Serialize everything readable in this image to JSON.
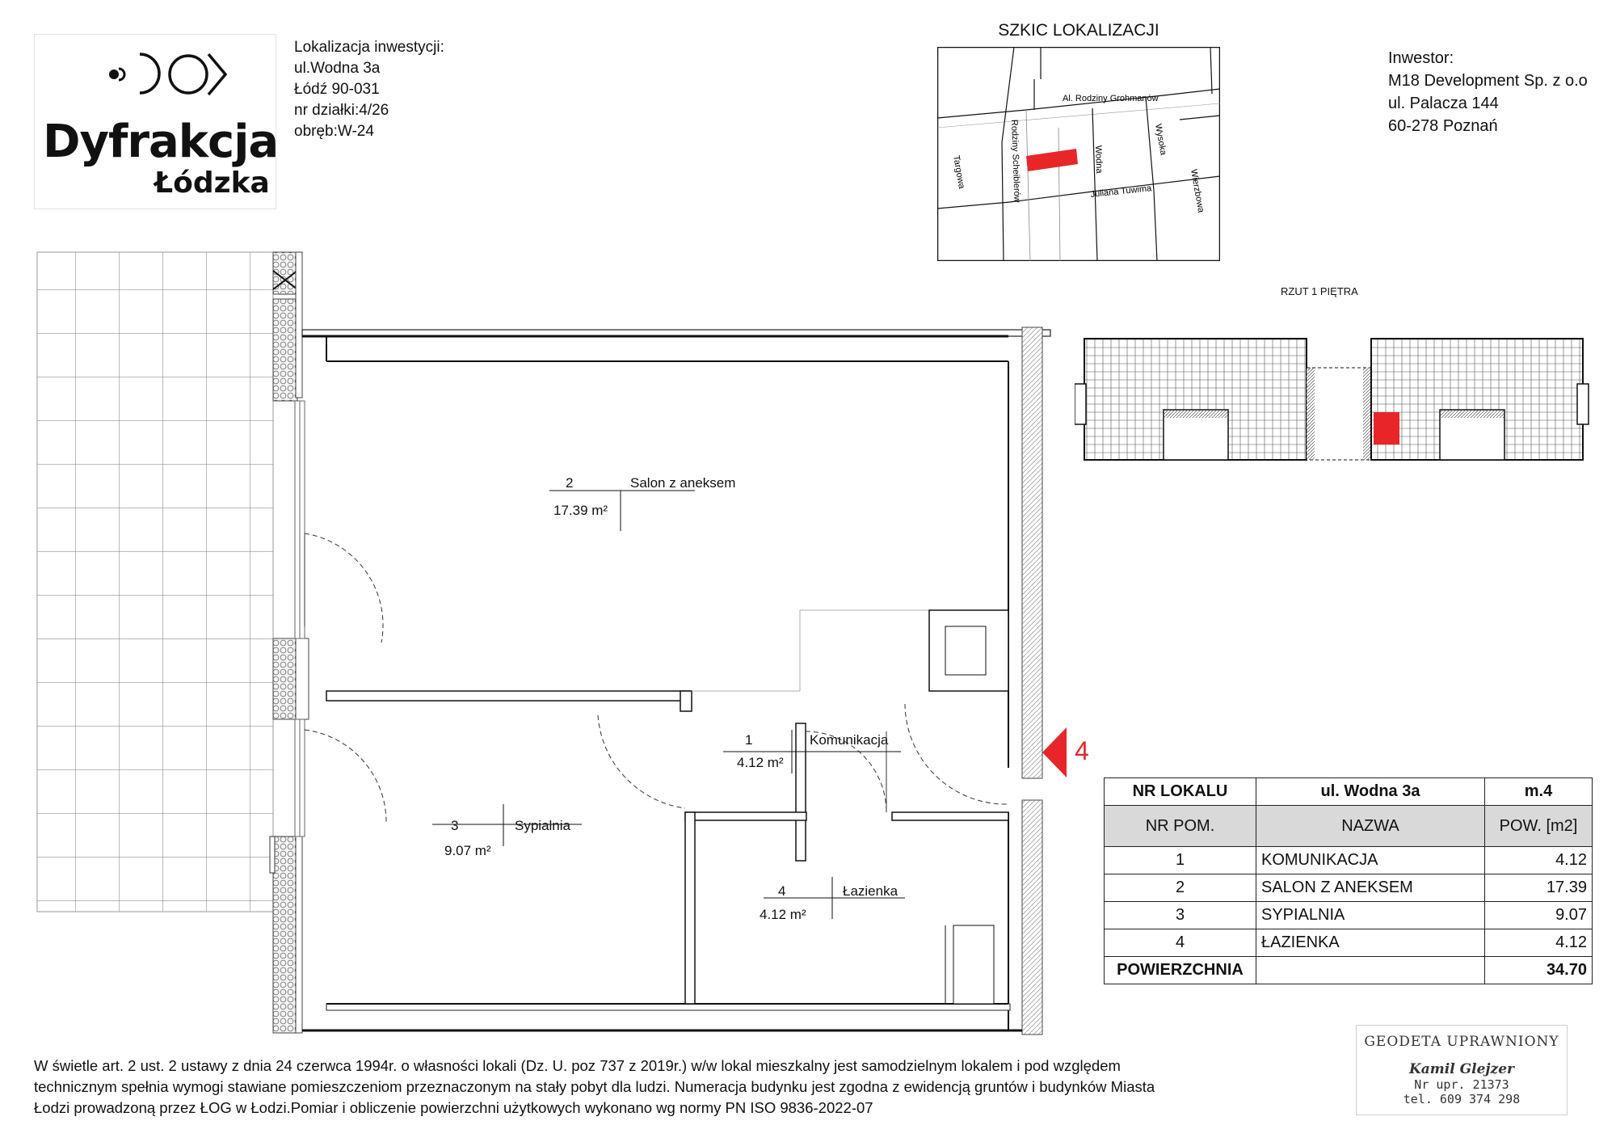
{
  "logo": {
    "name": "Dyfrakcja",
    "sub": "Łódzka"
  },
  "location": {
    "lines": [
      "Lokalizacja inwestycji:",
      "ul.Wodna 3a",
      "Łódź 90-031",
      "nr działki:4/26",
      "obręb:W-24"
    ]
  },
  "sketch": {
    "title": "SZKIC LOKALIZACJI",
    "streets": {
      "rodzinyGrohmanow": "Al. Rodziny Grohmanów",
      "rodzinyScheiblerow": "Rodziny Scheiblerów",
      "wodna": "Wodna",
      "wysoka": "Wysoka",
      "targowa": "Targowa",
      "tuwima": "Juliana Tuwima",
      "wierzbowa": "Wierzbowa"
    },
    "highlightColor": "#e8262a"
  },
  "investor": {
    "lines": [
      "Inwestor:",
      "M18 Development Sp. z o.o",
      "ul. Palacza 144",
      "60-278 Poznań"
    ]
  },
  "floorPlanKey": {
    "title": "RZUT 1 PIĘTRA"
  },
  "rooms": {
    "salon": {
      "num": "2",
      "name": "Salon z aneksem",
      "area": "17.39 m²"
    },
    "komunikacja": {
      "num": "1",
      "name": "Komunikacja",
      "area": "4.12 m²"
    },
    "sypialnia": {
      "num": "3",
      "name": "Sypialnia",
      "area": "9.07 m²"
    },
    "lazienka": {
      "num": "4",
      "name": "Łazienka",
      "area": "4.12 m²"
    }
  },
  "entrance": {
    "label": "4",
    "color": "#e8262a"
  },
  "table": {
    "headerLeft": "NR LOKALU",
    "headerMid": "ul. Wodna 3a",
    "headerRight": "m.4",
    "colNum": "NR  POM.",
    "colName": "NAZWA",
    "colArea": "POW. [m2]",
    "rows": [
      {
        "num": "1",
        "name": "KOMUNIKACJA",
        "area": "4.12"
      },
      {
        "num": "2",
        "name": "SALON Z ANEKSEM",
        "area": "17.39"
      },
      {
        "num": "3",
        "name": "SYPIALNIA",
        "area": "9.07"
      },
      {
        "num": "4",
        "name": "ŁAZIENKA",
        "area": "4.12"
      }
    ],
    "totalLabel": "POWIERZCHNIA",
    "totalValue": "34.70"
  },
  "footer": {
    "line1": "W świetle art. 2 ust. 2 ustawy z dnia 24 czerwca 1994r. o własności lokali (Dz. U. poz 737 z 2019r.) w/w lokal mieszkalny  jest samodzielnym lokalem i pod względem",
    "line2": "technicznym spełnia wymogi stawiane pomieszczeniom przeznaczonym na  stały pobyt  dla ludzi.  Numeracja budynku jest zgodna z ewidencją gruntów i budynków Miasta",
    "line3": "Łodzi prowadzoną przez ŁOG w Łodzi.Pomiar i obliczenie powierzchni użytkowych wykonano wg normy PN ISO 9836-2022-07"
  },
  "stamp": {
    "title": "GEODETA UPRAWNIONY",
    "name": "Kamil Glejzer",
    "license": "Nr upr. 21373",
    "phone": "tel. 609 374 298"
  }
}
